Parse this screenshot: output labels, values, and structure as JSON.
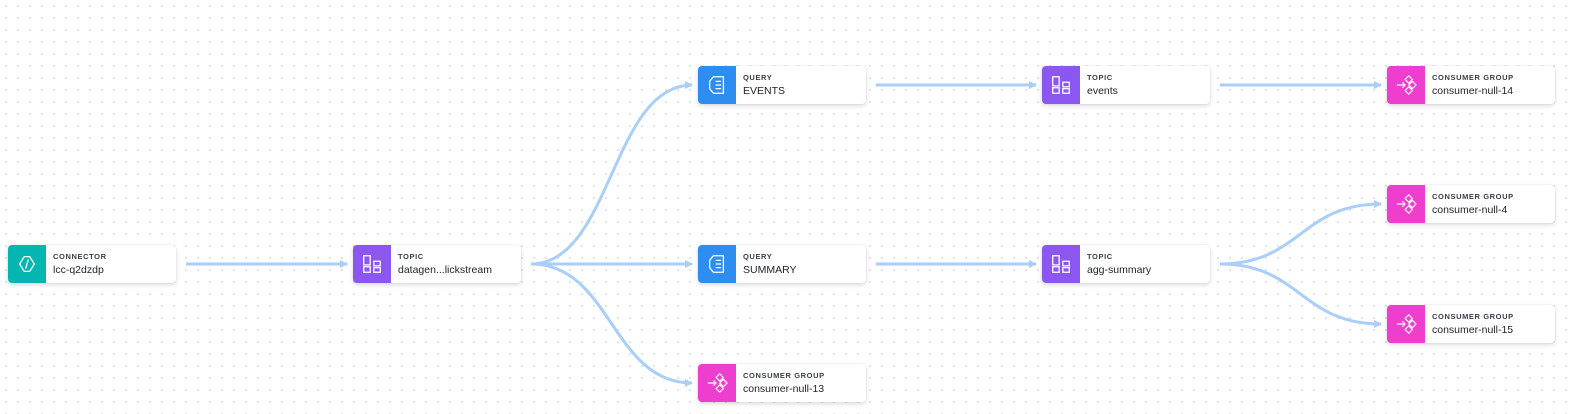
{
  "theme": {
    "edge_color": "#a9cef7",
    "connector_color": "#05b5b0",
    "topic_color": "#8b57f0",
    "query_color": "#2e8ef0",
    "consumer_color": "#ee3ecd"
  },
  "nodes": [
    {
      "id": "connector",
      "kind": "CONNECTOR",
      "name": "lcc-q2dzdp",
      "icon": "connector-icon"
    },
    {
      "id": "topic-clickstream",
      "kind": "TOPIC",
      "name": "datagen...lickstream",
      "icon": "topic-icon"
    },
    {
      "id": "query-events",
      "kind": "QUERY",
      "name": "EVENTS",
      "icon": "query-icon"
    },
    {
      "id": "query-summary",
      "kind": "QUERY",
      "name": "SUMMARY",
      "icon": "query-icon"
    },
    {
      "id": "consumer-13",
      "kind": "CONSUMER GROUP",
      "name": "consumer-null-13",
      "icon": "consumer-group-icon"
    },
    {
      "id": "topic-events",
      "kind": "TOPIC",
      "name": "events",
      "icon": "topic-icon"
    },
    {
      "id": "topic-agg-summary",
      "kind": "TOPIC",
      "name": "agg-summary",
      "icon": "topic-icon"
    },
    {
      "id": "consumer-14",
      "kind": "CONSUMER GROUP",
      "name": "consumer-null-14",
      "icon": "consumer-group-icon"
    },
    {
      "id": "consumer-4",
      "kind": "CONSUMER GROUP",
      "name": "consumer-null-4",
      "icon": "consumer-group-icon"
    },
    {
      "id": "consumer-15",
      "kind": "CONSUMER GROUP",
      "name": "consumer-null-15",
      "icon": "consumer-group-icon"
    }
  ],
  "edges": [
    {
      "from": "connector",
      "to": "topic-clickstream"
    },
    {
      "from": "topic-clickstream",
      "to": "query-events"
    },
    {
      "from": "topic-clickstream",
      "to": "query-summary"
    },
    {
      "from": "topic-clickstream",
      "to": "consumer-13"
    },
    {
      "from": "query-events",
      "to": "topic-events"
    },
    {
      "from": "query-summary",
      "to": "topic-agg-summary"
    },
    {
      "from": "topic-events",
      "to": "consumer-14"
    },
    {
      "from": "topic-agg-summary",
      "to": "consumer-4"
    },
    {
      "from": "topic-agg-summary",
      "to": "consumer-15"
    }
  ]
}
